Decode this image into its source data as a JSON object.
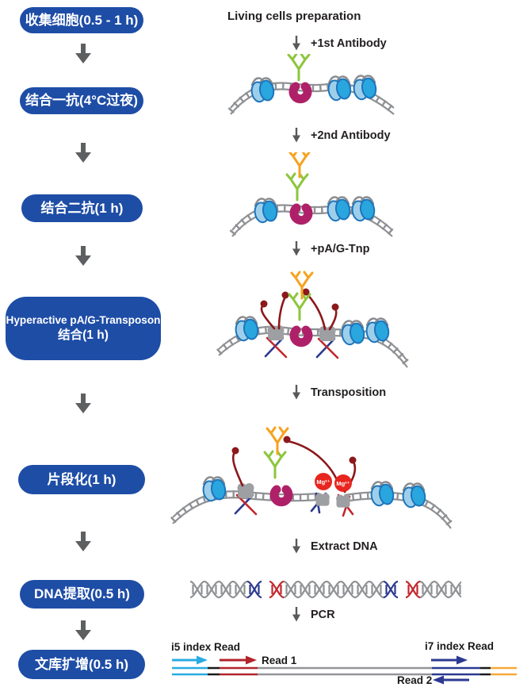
{
  "workflow": {
    "steps": [
      {
        "lines": [
          "收集细胞(0.5 - 1 h)"
        ]
      },
      {
        "lines": [
          "结合一抗(4°C过夜)"
        ]
      },
      {
        "lines": [
          "结合二抗(1 h)"
        ]
      },
      {
        "lines": [
          "Hyperactive pA/G-Transposon",
          "结合(1 h)"
        ]
      },
      {
        "lines": [
          "片段化(1 h)"
        ]
      },
      {
        "lines": [
          "DNA提取(0.5 h)"
        ]
      },
      {
        "lines": [
          "文库扩增(0.5 h)"
        ]
      }
    ]
  },
  "stages": {
    "title": "Living cells preparation",
    "step1": "+1st Antibody",
    "step2": "+2nd Antibody",
    "step3": "+pA/G-Tnp",
    "step4": "Transposition",
    "step5": "Extract DNA",
    "step6": "PCR"
  },
  "fragmentation": {
    "mg_label": "Mg²⁺"
  },
  "library_map": {
    "i5_label": "i5 index Read",
    "read1_label": "Read 1",
    "i7_label": "i7 index Read",
    "read2_label": "Read 2"
  },
  "palette": {
    "step_pill_blue": "#1E4DA6",
    "arrow_gray": "#5E5F61",
    "text_black": "#231F20",
    "dna_gray": "#8F9194",
    "nucleosome_blue_front": "#2AA6DF",
    "nucleosome_blue_back": "#9ECFEA",
    "nucleosome_outline": "#1C75BC",
    "target_protein_magenta": "#AE2168",
    "antibody_1st_green": "#8CC63E",
    "antibody_2nd_orange": "#F6A31F",
    "transposome_maroon": "#8B181B",
    "transposase_gray": "#9D9FA2",
    "adapter_navy": "#2B3990",
    "adapter_red": "#C1272D",
    "mg_red": "#E8251F",
    "i5_cyan": "#29ABE2",
    "index_orange": "#F5A93B"
  }
}
